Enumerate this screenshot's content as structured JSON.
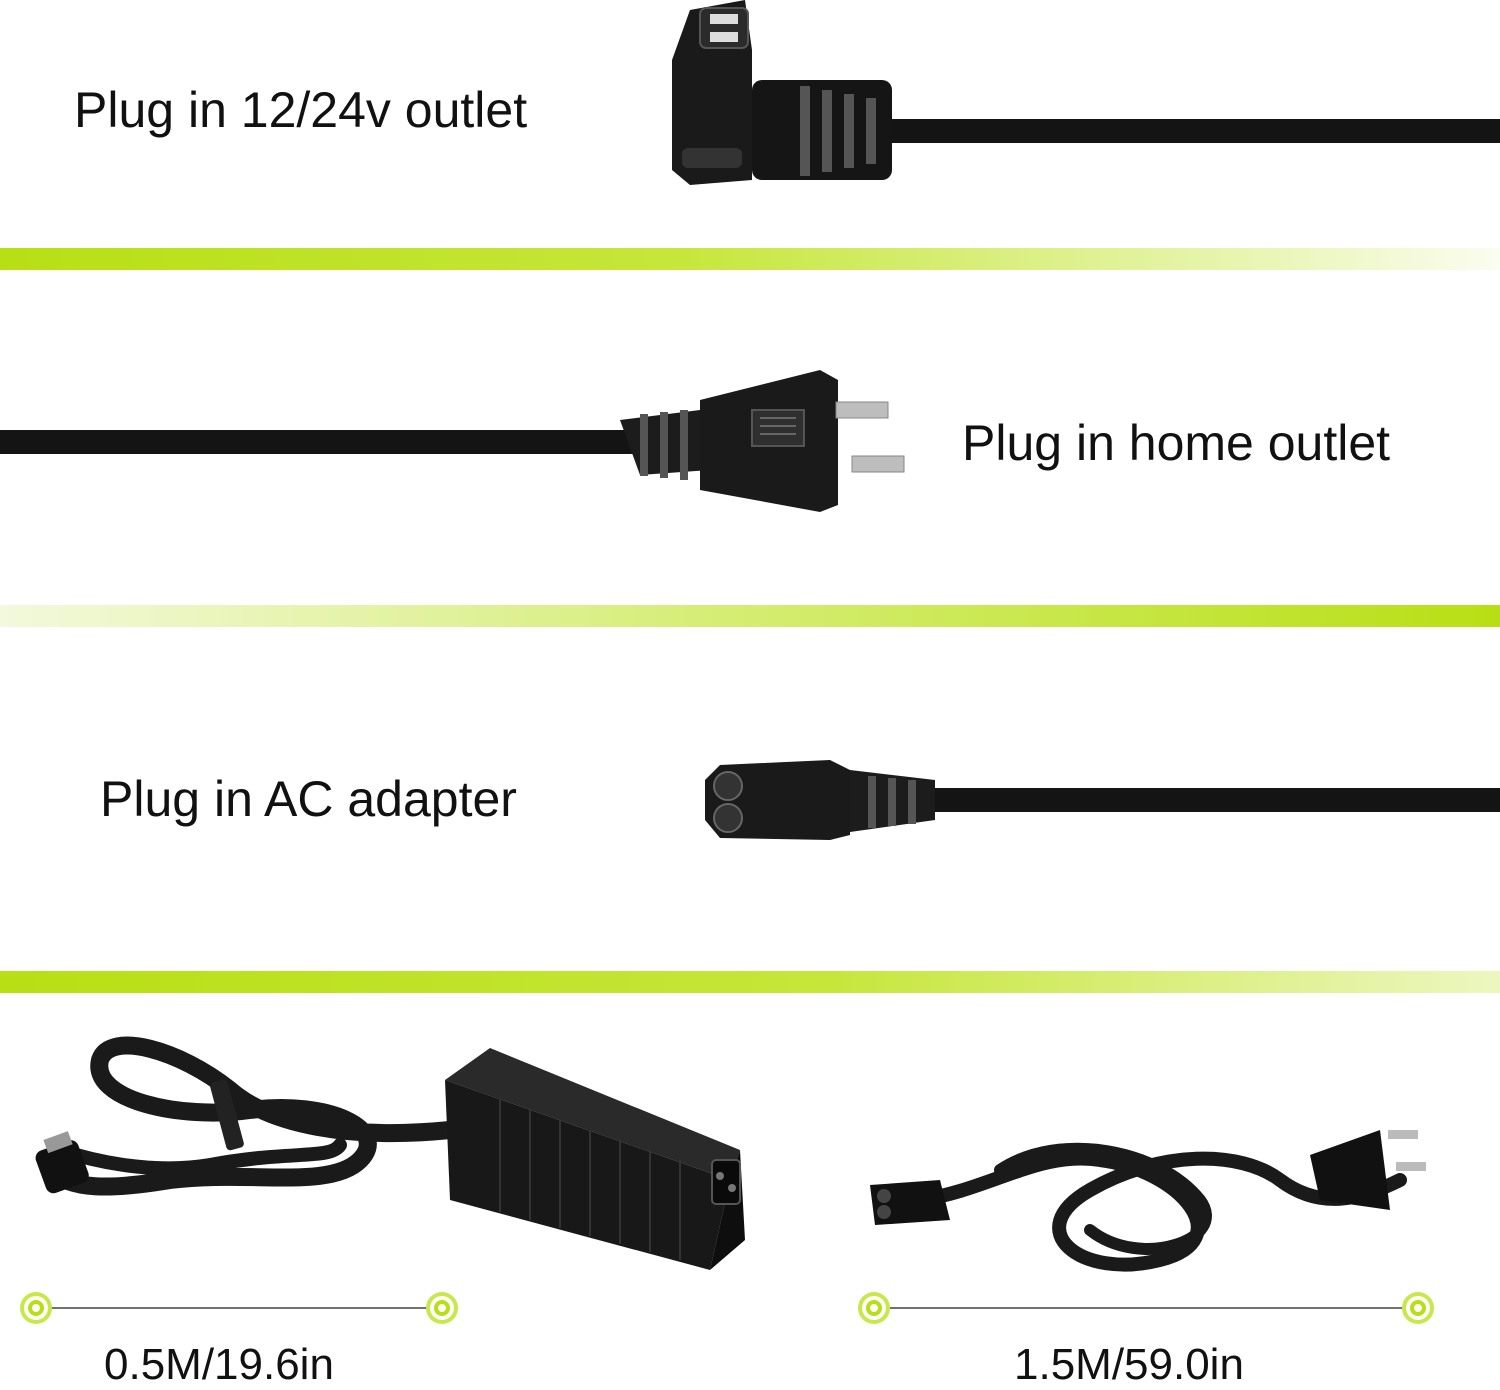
{
  "sections": {
    "car_plug": {
      "label": "Plug in 12/24v outlet"
    },
    "home_plug": {
      "label": "Plug in home outlet"
    },
    "ac_plug": {
      "label": "Plug in AC adapter"
    }
  },
  "measurements": {
    "left": {
      "label": "0.5M/19.6in"
    },
    "right": {
      "label": "1.5M/59.0in"
    }
  },
  "colors": {
    "accent": "#b8df14",
    "cable": "#141414",
    "text": "#111111"
  }
}
